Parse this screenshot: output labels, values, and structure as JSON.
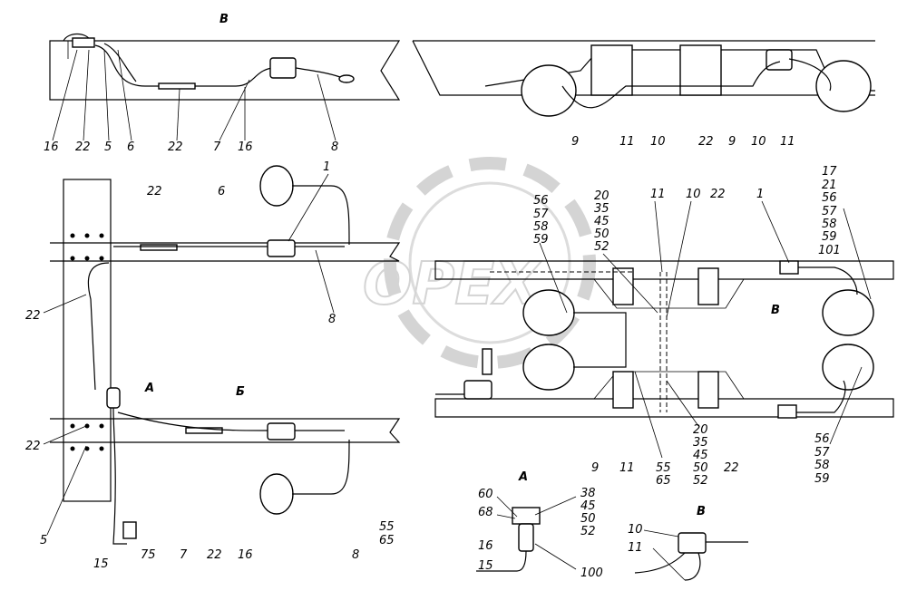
{
  "section_labels": {
    "b_top": "В",
    "b_right": "В",
    "a_mid": "А",
    "b_mid": "Б",
    "a_detail": "А",
    "b_detail": "В"
  },
  "watermark": "OPEX",
  "labels": {
    "v1": "16",
    "v2": "22",
    "v3": "5",
    "v4": "6",
    "v5": "22",
    "v6": "7",
    "v7": "16",
    "v8": "8",
    "r1": "9",
    "r2": "11",
    "r3": "10",
    "r4": "22",
    "r5": "9",
    "r6": "10",
    "r7": "11",
    "p1": "1",
    "p2": "22",
    "p3": "6",
    "p4": "22",
    "p5": "8",
    "p6": "22",
    "p7": "5",
    "p8": "15",
    "p9": "75",
    "p10": "7",
    "p11": "22",
    "p12": "16",
    "p13": "8",
    "p14": "55",
    "p15": "65",
    "m_l1": "56",
    "m_l2": "57",
    "m_l3": "58",
    "m_l4": "59",
    "m_c1": "20",
    "m_c2": "35",
    "m_c3": "45",
    "m_c4": "50",
    "m_c5": "52",
    "m_t1": "11",
    "m_t2": "10",
    "m_t3": "22",
    "m_t4": "1",
    "m_r1": "17",
    "m_r2": "21",
    "m_r3": "56",
    "m_r4": "57",
    "m_r5": "58",
    "m_r6": "59",
    "m_r7": "101",
    "m_b1": "9",
    "m_b2": "11",
    "m_b3": "55",
    "m_b4": "65",
    "m_b5": "20",
    "m_b6": "35",
    "m_b7": "45",
    "m_b8": "50",
    "m_b9": "52",
    "m_b10": "22",
    "m_br1": "56",
    "m_br2": "57",
    "m_br3": "58",
    "m_br4": "59",
    "a1": "60",
    "a2": "68",
    "a3": "16",
    "a4": "15",
    "a5": "38",
    "a6": "45",
    "a7": "50",
    "a8": "52",
    "a9": "100",
    "b1": "10",
    "b2": "11"
  }
}
